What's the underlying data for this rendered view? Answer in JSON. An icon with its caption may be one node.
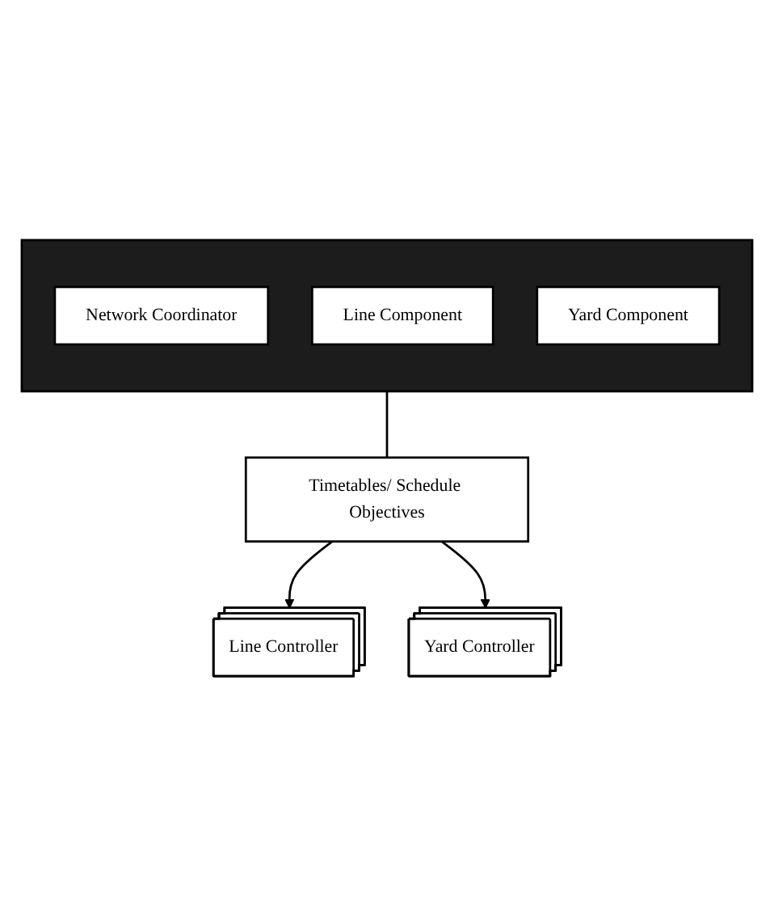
{
  "diagram": {
    "nodes": [
      {
        "text": [],
        "shape": "box"
      },
      {
        "text": [
          "Network Coordinator"
        ],
        "in": 0
      },
      {
        "text": [
          "Line Component"
        ],
        "in": 0
      },
      {
        "text": [
          "Yard Component"
        ],
        "in": 0
      },
      {
        "text": [
          "Timetables/ Schedule Objectives"
        ]
      },
      {
        "text": [
          "Line Controller"
        ]
      },
      {
        "text": [
          "Yard Controller"
        ]
      }
    ],
    "edges": [
      {
        "from": 0,
        "to": 4,
        "arrow": "none"
      },
      {
        "from": 4,
        "to": 5,
        "arrow": "to"
      },
      {
        "from": 4,
        "to": 6,
        "arrow": "to"
      }
    ]
  }
}
